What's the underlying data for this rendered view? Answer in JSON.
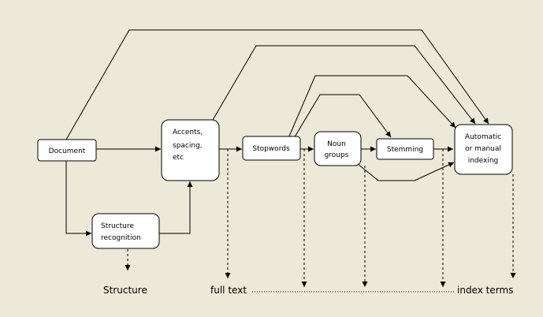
{
  "nodes": {
    "document": {
      "lines": [
        "Document"
      ]
    },
    "accents": {
      "lines": [
        "Accents,",
        "spacing,",
        "etc"
      ]
    },
    "stopwords": {
      "lines": [
        "Stopwords"
      ]
    },
    "noun_groups": {
      "lines": [
        "Noun",
        "groups"
      ]
    },
    "stemming": {
      "lines": [
        "Stemming"
      ]
    },
    "indexing": {
      "lines": [
        "Automatic",
        "or manual",
        "indexing"
      ]
    },
    "structure_recognition": {
      "lines": [
        "Structure",
        "recognition"
      ]
    }
  },
  "outputs": {
    "structure": "Structure",
    "full_text": "full text",
    "index_terms": "index terms"
  }
}
